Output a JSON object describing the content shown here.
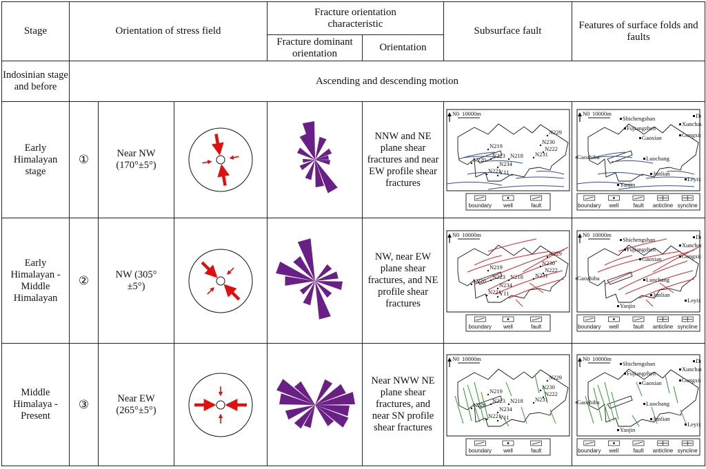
{
  "header": {
    "stage": "Stage",
    "stress": "Orientation of stress field",
    "fracture": "Fracture orientation characteristic",
    "fracture_dominant": "Fracture dominant orientation",
    "orientation": "Orientation",
    "subsurface": "Subsurface fault",
    "surface": "Features of surface folds and faults"
  },
  "indosinian": {
    "stage": "Indosinian stage and before",
    "motion": "Ascending and descending motion"
  },
  "rows": [
    {
      "stage": "Early Himalayan stage",
      "num": "①",
      "stress": "Near NW (170°±5°)",
      "orientation": "NNW and NE plane shear fractures and near EW profile shear fractures",
      "fault_color": "#2a4fa0"
    },
    {
      "stage": "Early Himalayan - Middle Himalayan",
      "num": "②",
      "stress": "NW (305°±5°)",
      "orientation": "NW, near EW plane shear fractures, and NE profile shear fractures",
      "fault_color": "#e02020"
    },
    {
      "stage": "Middle Himalaya - Present",
      "num": "③",
      "stress": "Near EW (265°±5°)",
      "orientation": "Near NWW NE plane shear fractures, and near SN profile shear fractures",
      "fault_color": "#2a9a2a"
    }
  ],
  "map": {
    "north": "N",
    "scale_0": "0",
    "scale_text": "10000m",
    "wells": [
      "N219",
      "N229",
      "N230",
      "N222",
      "N231",
      "N218",
      "N223",
      "N220",
      "N234",
      "N221",
      "Y11"
    ],
    "towns": [
      "Shichengshan",
      "Dongdi",
      "Fujiangzhen",
      "Xunchang",
      "Gaoxian",
      "Gongxian",
      "Gaozhiba",
      "Luochang",
      "Junlian",
      "Leyixiang",
      "Yanjin"
    ]
  },
  "legend": {
    "boundary": "boundary",
    "well": "well",
    "fault": "fault",
    "anticline": "anticline",
    "syncline": "syncline"
  },
  "colors": {
    "rose": "#6a1f86",
    "arrow": "#e01010"
  }
}
